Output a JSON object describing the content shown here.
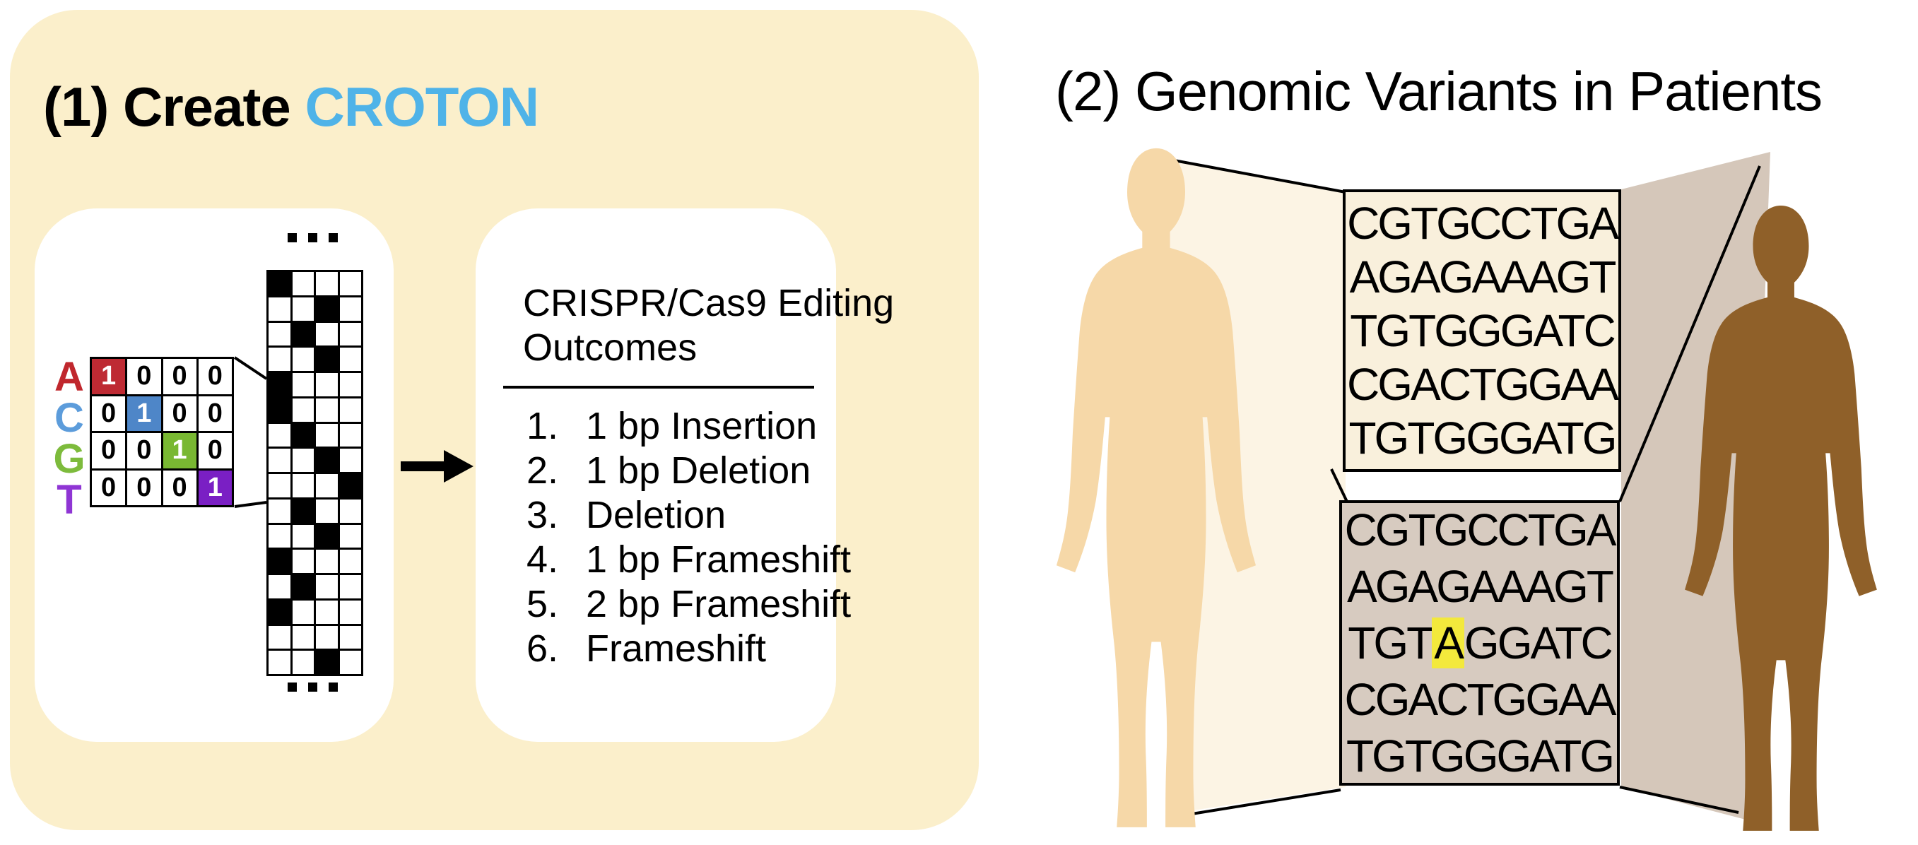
{
  "panel1": {
    "title_prefix": "(1) Create ",
    "title_accent": "CROTON",
    "onehot": {
      "row_labels": [
        {
          "letter": "A",
          "color": "#C0272D"
        },
        {
          "letter": "C",
          "color": "#5C9CDB"
        },
        {
          "letter": "G",
          "color": "#7DBB3C"
        },
        {
          "letter": "T",
          "color": "#8F35D4"
        }
      ],
      "hot_cell_colors": [
        "#BE2A33",
        "#4E86C8",
        "#79B832",
        "#7A1FC4"
      ],
      "rows": [
        [
          1,
          0,
          0,
          0
        ],
        [
          0,
          1,
          0,
          0
        ],
        [
          0,
          0,
          1,
          0
        ],
        [
          0,
          0,
          0,
          1
        ]
      ]
    },
    "encoded_matrix": {
      "rows": [
        [
          1,
          0,
          0,
          0
        ],
        [
          0,
          0,
          1,
          0
        ],
        [
          0,
          1,
          0,
          0
        ],
        [
          0,
          0,
          1,
          0
        ],
        [
          1,
          0,
          0,
          0
        ],
        [
          1,
          0,
          0,
          0
        ],
        [
          0,
          1,
          0,
          0
        ],
        [
          0,
          0,
          1,
          0
        ],
        [
          0,
          0,
          0,
          1
        ],
        [
          0,
          1,
          0,
          0
        ],
        [
          0,
          0,
          1,
          0
        ],
        [
          1,
          0,
          0,
          0
        ],
        [
          0,
          1,
          0,
          0
        ],
        [
          1,
          0,
          0,
          0
        ],
        [
          0,
          0,
          0,
          0
        ],
        [
          0,
          0,
          1,
          0
        ]
      ]
    },
    "outcomes": {
      "title_line1": "CRISPR/Cas9 Editing",
      "title_line2": "Outcomes",
      "items": [
        "1 bp Insertion",
        "1 bp Deletion",
        "Deletion",
        "1 bp Frameshift",
        "2 bp Frameshift",
        "Frameshift"
      ]
    }
  },
  "panel2": {
    "title": "(2) Genomic Variants in Patients",
    "reference_sequence": [
      "CGTGCCTGA",
      "AGAGAAAGT",
      "TGTGGGATC",
      "CGACTGGAA",
      "TGTGGGATG"
    ],
    "variant_sequence": [
      "CGTGCCTGA",
      "AGAGAAAGT",
      "TGTAGGATC",
      "CGACTGGAA",
      "TGTGGGATG"
    ],
    "variant": {
      "line_index": 2,
      "char_index": 3,
      "base": "A"
    }
  },
  "colors": {
    "panel_bg": "#FBEFCB",
    "accent_blue": "#4FB3E8",
    "beam_light": "#FCF4E4",
    "beam_dark": "#D5C7BA",
    "seq_light_bg": "#F9F0DC",
    "seq_dark_bg": "#D7CBC0",
    "silhouette_light": "#F6D8A8",
    "silhouette_dark": "#8F6029",
    "highlight": "#F3E93C",
    "ink": "#000000"
  }
}
